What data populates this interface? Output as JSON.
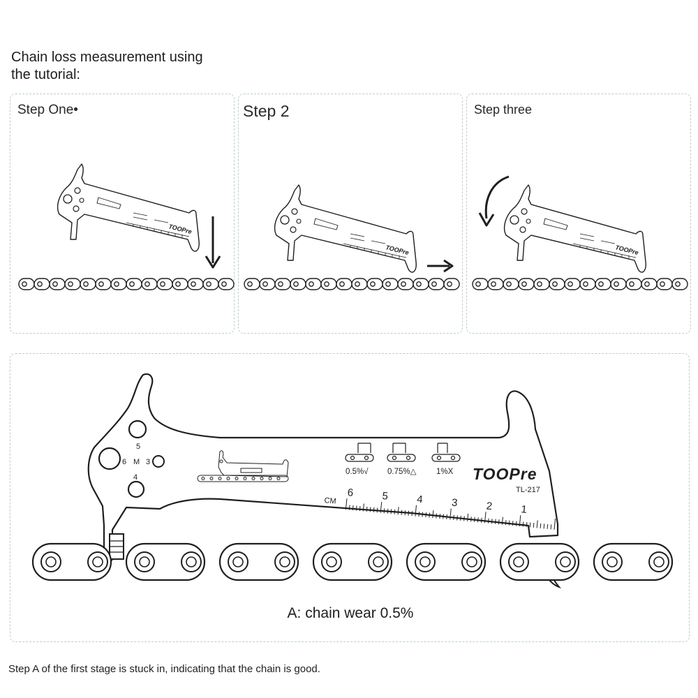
{
  "heading": {
    "line1": "Chain loss measurement using",
    "line2": "the tutorial:"
  },
  "steps": [
    {
      "title": "Step One•"
    },
    {
      "title": "Step 2"
    },
    {
      "title": "Step three"
    }
  ],
  "tool": {
    "brand": "TOOPre",
    "model": "TL-217",
    "hole_labels": {
      "top": "5",
      "left": "6",
      "mid": "M",
      "right": "3",
      "bottom": "4"
    },
    "indicators": [
      "0.5%√",
      "0.75%△",
      "1%X"
    ],
    "ruler_unit": "CM",
    "ruler_numbers": [
      "6",
      "5",
      "4",
      "3",
      "2",
      "1"
    ]
  },
  "detail": {
    "label": "A: chain wear 0.5%"
  },
  "footer": "Step A of the first stage is stuck in, indicating that the chain is good.",
  "colors": {
    "line": "#1f1f1f",
    "panel_border": "#b9cfcc",
    "text": "#222222"
  }
}
